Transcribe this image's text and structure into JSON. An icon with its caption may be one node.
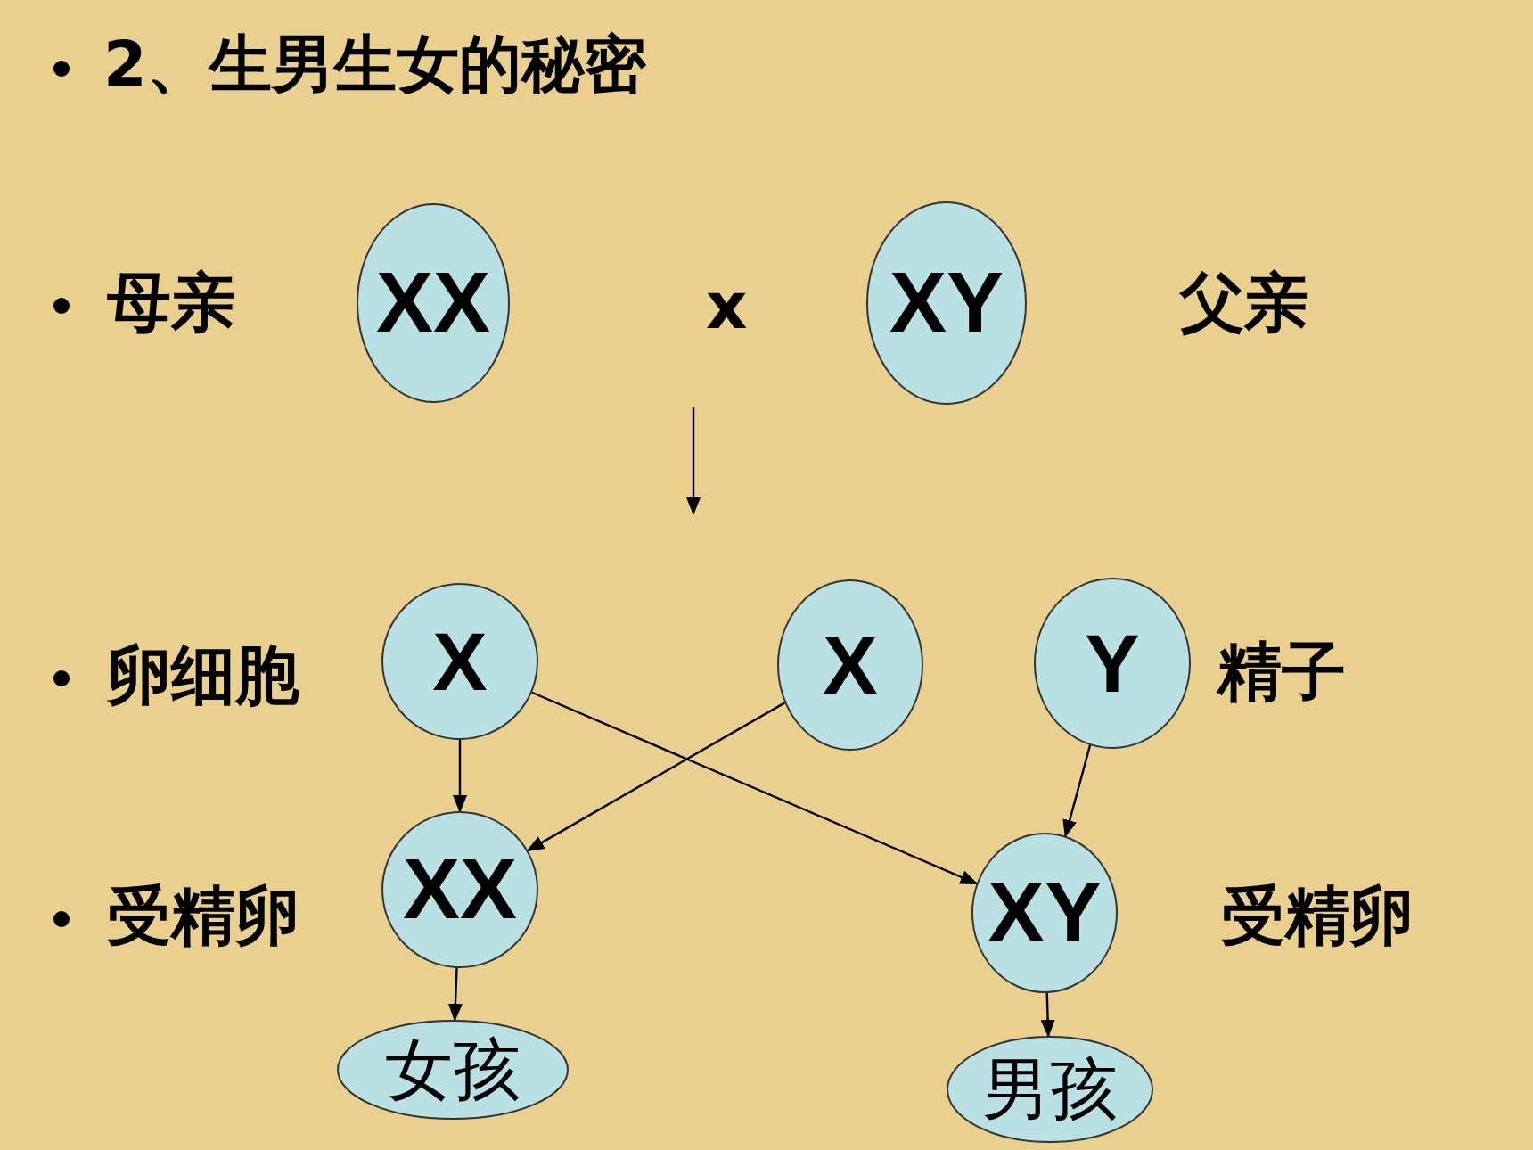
{
  "diagram": {
    "title": "2、生男生女的秘密",
    "nodes": [
      {
        "text": [
          "XX"
        ]
      },
      {
        "text": [
          "XY"
        ]
      },
      {
        "text": [
          "X"
        ]
      },
      {
        "text": [
          "X"
        ]
      },
      {
        "text": [
          "Y"
        ]
      },
      {
        "text": [
          "XX"
        ]
      },
      {
        "text": [
          "XY"
        ]
      },
      {
        "text": [
          "女孩"
        ]
      },
      {
        "text": [
          "男孩"
        ]
      }
    ],
    "edges": [
      {
        "from": 2,
        "to": 5,
        "arrow": "to"
      },
      {
        "from": 3,
        "to": 5,
        "arrow": "to"
      },
      {
        "from": 2,
        "to": 6,
        "arrow": "to"
      },
      {
        "from": 4,
        "to": 6,
        "arrow": "to"
      },
      {
        "from": 5,
        "to": 7,
        "arrow": "to"
      },
      {
        "from": 6,
        "to": 8,
        "arrow": "to"
      }
    ],
    "labels": [
      "母亲",
      "x",
      "父亲",
      "卵细胞",
      "精子",
      "受精卵",
      "受精卵"
    ]
  }
}
